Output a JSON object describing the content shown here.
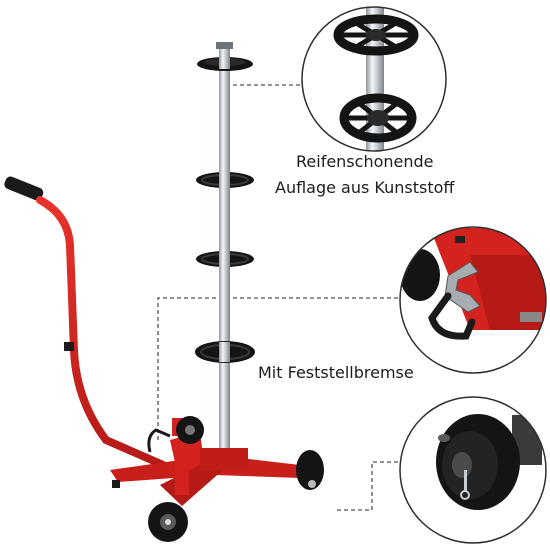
{
  "captions": {
    "feature_1_line_1": "Reifenschonende",
    "feature_1_line_2": "Auflage aus Kunststoff",
    "feature_2": "Mit Feststellbremse"
  },
  "colors": {
    "frame_red": "#d4221f",
    "chrome_pole": "#c9ced3",
    "plastic_black": "#141414",
    "callout_circle": "#2f2f2f",
    "dashed_leader": "#555555"
  },
  "icons": {
    "callout_1": "wheel-support-disc-detail",
    "callout_2": "parking-brake-pedal-detail",
    "callout_3": "caster-wheel-brake-detail"
  }
}
